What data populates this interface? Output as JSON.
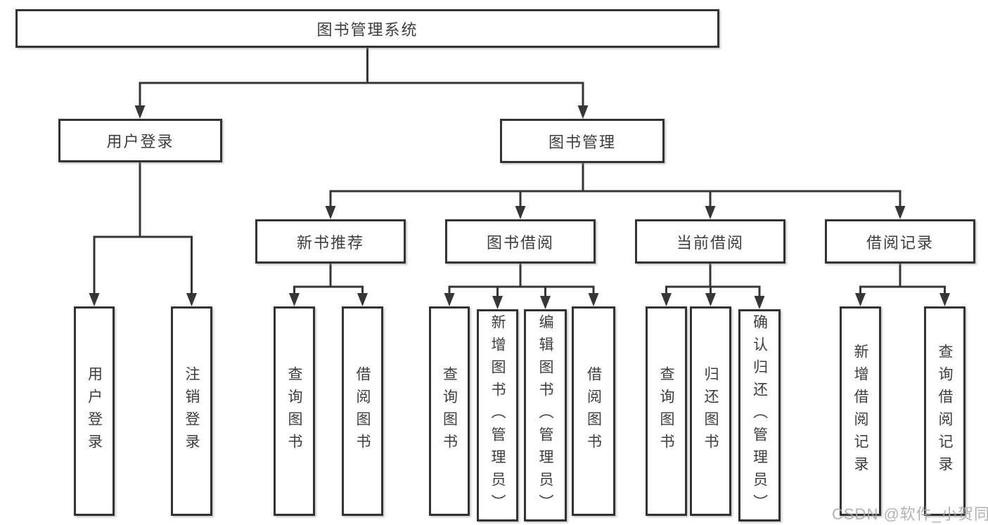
{
  "tree": {
    "root": "图书管理系统",
    "branches": [
      {
        "label": "用户登录",
        "children": [
          "用户登录",
          "注销登录"
        ]
      },
      {
        "label": "图书管理",
        "groups": [
          {
            "label": "新书推荐",
            "children": [
              "查询图书",
              "借阅图书"
            ]
          },
          {
            "label": "图书借阅",
            "children": [
              "查询图书",
              "新增图书（管理员）",
              "编辑图书（管理员）",
              "借阅图书"
            ]
          },
          {
            "label": "当前借阅",
            "children": [
              "查询图书",
              "归还图书",
              "确认归还（管理员）"
            ]
          },
          {
            "label": "借阅记录",
            "children": [
              "新增借阅记录",
              "查询借阅记录"
            ]
          }
        ]
      }
    ]
  },
  "watermark": "CSDN @软件_小贺同学",
  "colors": {
    "line": "#363636",
    "box_border": "#333333",
    "text": "#3d3d3d",
    "watermark": "#a8a3a3",
    "background": "#ffffff"
  }
}
